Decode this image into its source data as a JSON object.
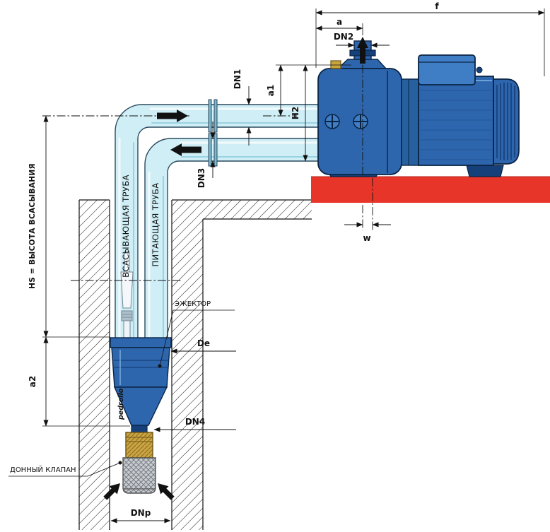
{
  "diagram": {
    "labels": {
      "f": "f",
      "a": "a",
      "dn2": "DN2",
      "dn1": "DN1",
      "a1": "a1",
      "h2": "H2",
      "dn3": "DN3",
      "w": "w",
      "hs": "HS = ВЫСОТА ВСАСЫВАНИЯ",
      "a2": "a2",
      "de": "De",
      "dn4": "DN4",
      "dnp": "DNp",
      "suction_pipe": "ВСАСЫВАЮЩАЯ ТРУБА",
      "feed_pipe": "ПИТАЮЩАЯ ТРУБА",
      "ejector": "ЭЖЕКТОР",
      "foot_valve": "ДОННЫЙ КЛАПАН",
      "brand": "pedrollo"
    },
    "colors": {
      "pump_blue": "#2e66ae",
      "pump_dark": "#16407a",
      "pump_light": "#3f7dc4",
      "pipe_fill": "#cfeef6",
      "base_red": "#e8352a",
      "brass": "#c9a53f",
      "strainer_gray": "#c6cbd0",
      "line": "#111111"
    }
  }
}
